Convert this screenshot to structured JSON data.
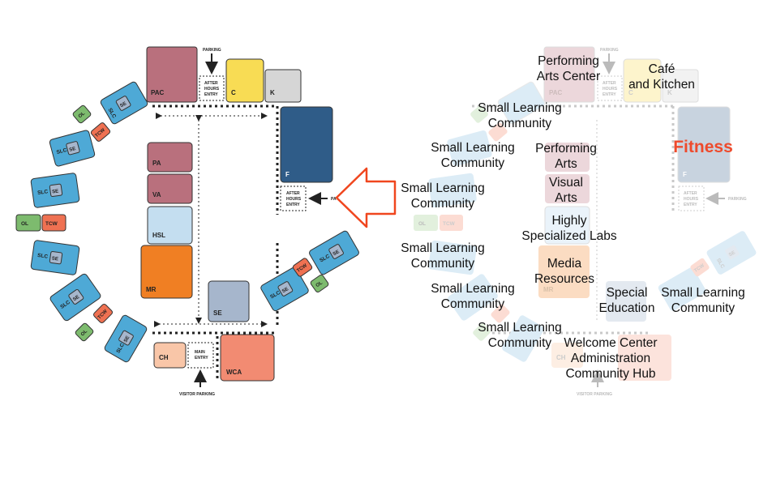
{
  "left_plan": {
    "blocks": {
      "pac": "PAC",
      "c": "C",
      "k": "K",
      "f": "F",
      "pa": "PA",
      "va": "VA",
      "hsl": "HSL",
      "mr": "MR",
      "se": "SE",
      "ch": "CH",
      "wca": "WCA",
      "slc": "SLC",
      "se_tag": "SE",
      "ol": "OL",
      "tcw": "TCW"
    },
    "annotations": {
      "parking_top": "PARKING",
      "after_hours_top": [
        "AFTER",
        "HOURS",
        "ENTRY"
      ],
      "after_hours_side": [
        "AFTER",
        "HOURS",
        "ENTRY"
      ],
      "parking_side": "PA",
      "main_entry": [
        "MAIN",
        "ENTRY"
      ],
      "visitor_parking": "VISITOR PARKING"
    }
  },
  "right_plan": {
    "labels": {
      "performing_arts_center": [
        "Performing",
        "Arts Center"
      ],
      "cafe_kitchen": [
        "Café",
        "and Kitchen"
      ],
      "fitness": "Fitness",
      "slc_1": [
        "Small Learning",
        "Community"
      ],
      "slc_2": [
        "Small Learning",
        "Community"
      ],
      "slc_3": [
        "Small Learning",
        "Community"
      ],
      "slc_4": [
        "Small Learning",
        "Community"
      ],
      "slc_5": [
        "Small Learning",
        "Community"
      ],
      "slc_6": [
        "Small Learning",
        "Community"
      ],
      "slc_7": [
        "Small Learning",
        "Community"
      ],
      "performing_arts": [
        "Performing",
        "Arts"
      ],
      "visual_arts": [
        "Visual",
        "Arts"
      ],
      "specialized_labs": [
        "Highly",
        "Specialized Labs"
      ],
      "media_resources": [
        "Media",
        "Resources"
      ],
      "special_education": [
        "Special",
        "Education"
      ],
      "welcome_center": [
        "Welcome Center",
        "Administration",
        "Community Hub"
      ]
    },
    "faded_codes": {
      "pac": "PAC",
      "c": "C",
      "k": "K",
      "f": "F",
      "mr": "MR",
      "ch": "CH",
      "ol": "OL",
      "tcw": "TCW",
      "slc": "SLC",
      "se": "SE",
      "parking_top": "PARKING",
      "parking_side": "PARKING",
      "visitor_parking": "VISITOR PARKING",
      "after_hours": [
        "AFTER",
        "HOURS",
        "ENTRY"
      ]
    }
  },
  "colors": {
    "slc_blue": "#4ea9d6",
    "se_grey": "#a6b6cc",
    "ol_green": "#7dbb6e",
    "tcw_orange": "#ef7152",
    "pac_mauve": "#b9707d",
    "cafe_yellow": "#f8dc54",
    "kitchen_grey": "#d6d6d6",
    "fitness_navy": "#2f5c88",
    "arts_mauve": "#b9707d",
    "labs_lightblue": "#c4def0",
    "media_orange": "#f07f23",
    "special_ed_grey": "#a6b6cc",
    "ch_peach": "#f9c6a8",
    "wca_salmon": "#f28b72",
    "arrow_red": "#f0461e",
    "fitness_label_red": "#ee4a2c"
  }
}
